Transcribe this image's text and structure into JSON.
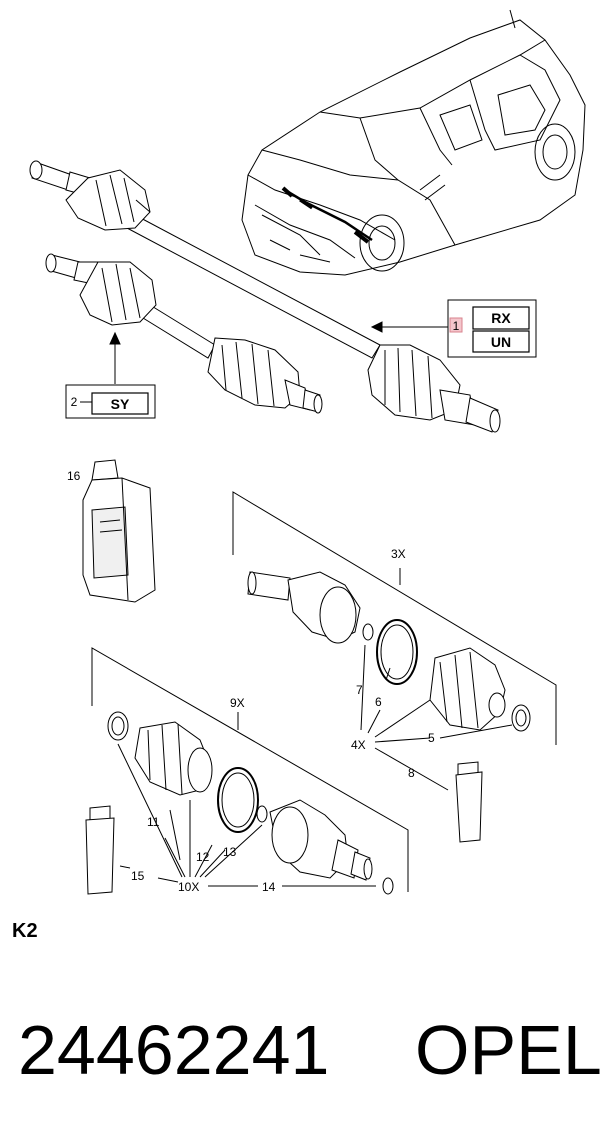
{
  "callouts": {
    "rx": "RX",
    "un": "UN",
    "box1_index": "1",
    "box2_index": "2",
    "sy": "SY"
  },
  "labels": {
    "l16": "16",
    "l3x": "3X",
    "l9x": "9X",
    "l7": "7",
    "l6": "6",
    "l4x": "4X",
    "l5": "5",
    "l8": "8",
    "l11": "11",
    "l12": "12",
    "l13": "13",
    "l15": "15",
    "l10x": "10X",
    "l14": "14"
  },
  "page_code": "K2",
  "part_number": "24462241",
  "brand": "OPEL",
  "colors": {
    "highlight_box": "#f4c6cc",
    "highlight_border": "#d8838e",
    "line": "#000000"
  }
}
